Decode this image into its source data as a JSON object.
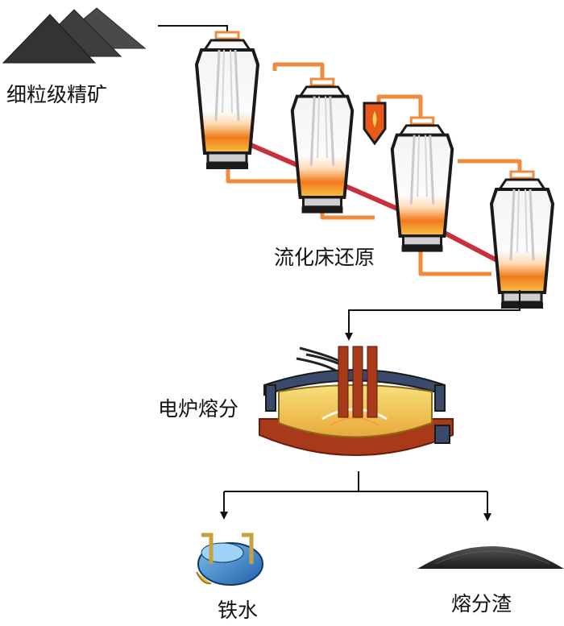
{
  "labels": {
    "ore": "细粒级精矿",
    "fluidized_bed": "流化床还原",
    "electric_furnace": "电炉熔分",
    "hot_metal": "铁水",
    "slag": "熔分渣"
  },
  "colors": {
    "ore_pile": "#3a3a3a",
    "gas_pipe": "#f08a3c",
    "solid_transfer": "#c8303a",
    "reactor_outline": "#1a1a1a",
    "hot_zone": "#f5a623",
    "furnace_shell": "#3a4a6a",
    "furnace_body": "#a83a1a",
    "melt": "#f2d23c",
    "electrode": "#a83a1a",
    "ladle": "#2f7fd0",
    "slag_pile": "#2a2a2a",
    "arrow": "#111111"
  }
}
